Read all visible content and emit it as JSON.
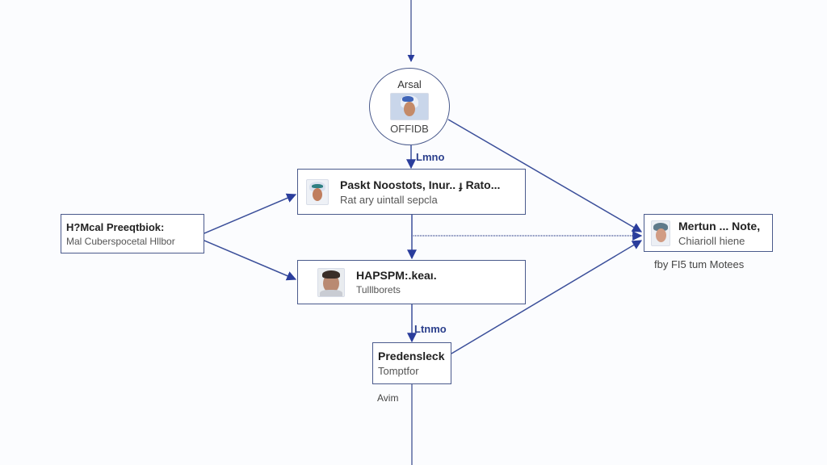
{
  "diagram": {
    "colors": {
      "edge": "#3b4f9a",
      "arrowhead": "#2a3d9c",
      "node_border": "#4a5a8c",
      "edge_label": "#2b3f8c"
    },
    "nodes": {
      "top_circle": {
        "title": "Arsal",
        "subtitle": "OFFIDB",
        "icon": "avatar-icon"
      },
      "left": {
        "title": "H?Mcal Preeqtbiok:",
        "subtitle": "Mal Cuberspocetal Hllbor"
      },
      "upper_middle": {
        "title": "Paskt Noostots, Inur.. ɟ Rato...",
        "subtitle": "Rat ary uintall sepcla",
        "icon": "avatar-icon"
      },
      "lower_middle": {
        "title": "HAPSPM:.keaı.",
        "subtitle": "Tulllborets",
        "icon": "avatar-icon"
      },
      "bottom": {
        "title": "Predensleck",
        "subtitle": "Tomptfor"
      },
      "right": {
        "title": "Mertun ... Note,",
        "subtitle": "Chiarioll hiene",
        "icon": "avatar-icon"
      }
    },
    "edge_labels": {
      "circle_to_upper": "Lmno",
      "lower_to_bottom": "Ltnmo"
    },
    "free_labels": {
      "under_bottom": "Avim",
      "under_right": "fby FI5 tum Motees"
    }
  }
}
